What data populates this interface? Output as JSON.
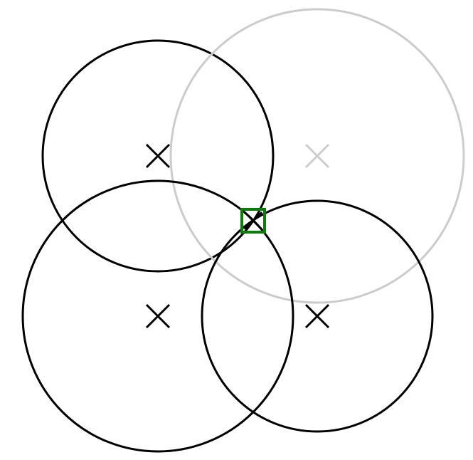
{
  "diagram": {
    "circles": [
      {
        "id": "top-left",
        "style": "active"
      },
      {
        "id": "top-right",
        "style": "inactive"
      },
      {
        "id": "bottom-left",
        "style": "active"
      },
      {
        "id": "bottom-right",
        "style": "active"
      }
    ],
    "intersection_marker": {
      "shape": "square",
      "near": "center"
    }
  },
  "colors": {
    "background": "#ffffff",
    "active_stroke": "#000000",
    "inactive_stroke": "#cccccc",
    "marker_stroke": "#0a7d0a"
  },
  "icons": {
    "center_marker": "x-mark-icon",
    "intersection_marker": "square-target-icon"
  }
}
